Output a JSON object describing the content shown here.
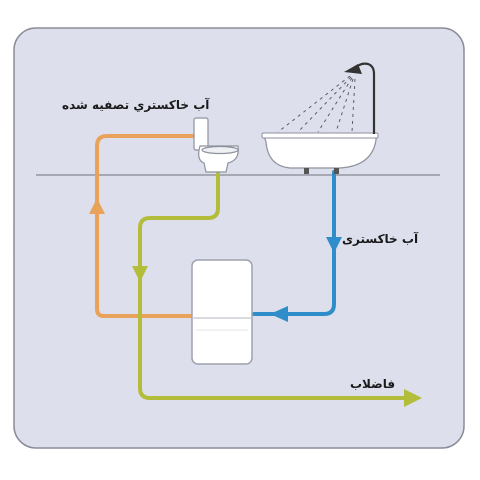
{
  "labels": {
    "purified_greywater": "آب خاکستري تصفيه شده",
    "greywater": "آب خاکستری",
    "sewage": "فاضلاب"
  },
  "colors": {
    "panel_background": "#dde0ec",
    "panel_border": "#8a8d98",
    "purified_flow": "#e8a25a",
    "greywater_flow": "#2f8ec9",
    "sewage_flow": "#b3bd3a",
    "tank_fill": "#ffffff"
  },
  "icons": {
    "bathtub": "bathtub-icon",
    "shower": "shower-head-icon",
    "toilet": "toilet-icon",
    "tank": "treatment-tank-icon"
  }
}
